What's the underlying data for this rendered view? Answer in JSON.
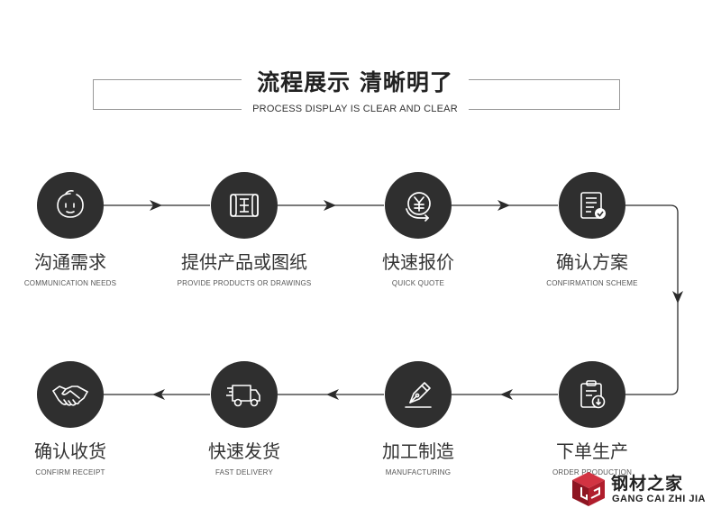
{
  "header": {
    "title": "流程展示 清晰明了",
    "subtitle": "PROCESS DISPLAY IS CLEAR AND CLEAR"
  },
  "steps": [
    {
      "title_cn": "沟通需求",
      "title_en": "COMMUNICATION NEEDS",
      "icon": "chat-face-icon"
    },
    {
      "title_cn": "提供产品或图纸",
      "title_en": "PROVIDE PRODUCTS OR DRAWINGS",
      "icon": "blueprint-scroll-icon"
    },
    {
      "title_cn": "快速报价",
      "title_en": "QUICK QUOTE",
      "icon": "yen-refresh-icon"
    },
    {
      "title_cn": "确认方案",
      "title_en": "CONFIRMATION SCHEME",
      "icon": "document-check-icon"
    },
    {
      "title_cn": "下单生产",
      "title_en": "ORDER PRODUCTION",
      "icon": "clipboard-download-icon"
    },
    {
      "title_cn": "加工制造",
      "title_en": "MANUFACTURING",
      "icon": "fountain-pen-icon"
    },
    {
      "title_cn": "快速发货",
      "title_en": "FAST DELIVERY",
      "icon": "delivery-truck-icon"
    },
    {
      "title_cn": "确认收货",
      "title_en": "CONFIRM RECEIPT",
      "icon": "handshake-icon"
    }
  ],
  "logo": {
    "name_cn": "钢材之家",
    "name_en": "GANG CAI ZHI JIA"
  },
  "colors": {
    "circle": "#2f2f2f",
    "line": "#2b2b2b",
    "logo_red": "#b01e2d"
  }
}
